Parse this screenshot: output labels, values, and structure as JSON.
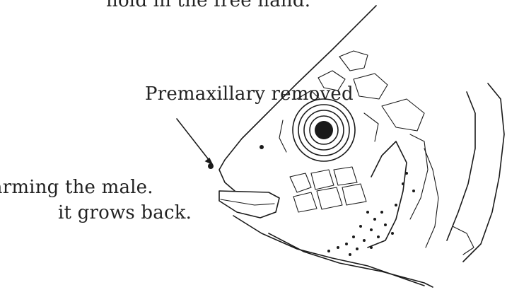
{
  "text": {
    "top_fragment": "hold in the free hand.",
    "arrow_label": "Premaxillary removed",
    "body_line_1": "arming the male.",
    "body_line_2": "it grows back."
  },
  "colors": {
    "ink": "#1a1a1a",
    "background": "#ffffff"
  }
}
